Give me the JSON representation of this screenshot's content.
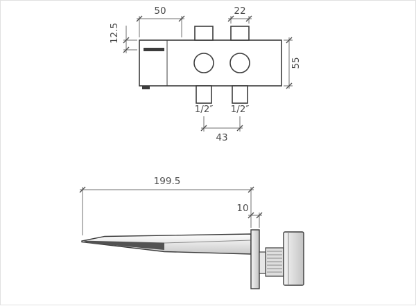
{
  "colors": {
    "outline": "#3c3c3c",
    "dimension_lines": "#6f6f6f",
    "dimension_text": "#4a4a4a",
    "background": "#ffffff",
    "metal_shade_dark": "#525252"
  },
  "top_view": {
    "width_50": "50",
    "inlet_22": "22",
    "depth_12_5": "12.5",
    "height_55": "55",
    "connector_left": "1/2″",
    "connector_right": "1/2″",
    "spacing_43": "43"
  },
  "side_view": {
    "length_199_5": "199.5",
    "plate_10": "10"
  }
}
